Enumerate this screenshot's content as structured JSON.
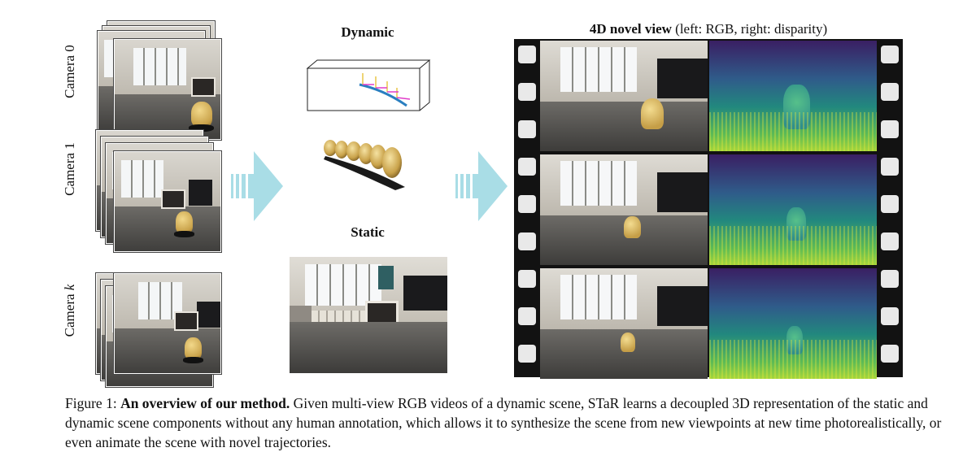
{
  "figure": {
    "cameras": [
      {
        "label": "Camera 0"
      },
      {
        "label": "Camera 1"
      },
      {
        "label_main": "Camera ",
        "label_italic": "k"
      }
    ],
    "ellipsis": "⋮",
    "dynamic_title": "Dynamic",
    "static_title": "Static",
    "novel_view": {
      "title_bold": "4D novel view",
      "title_rest": " (left: RGB, right: disparity)"
    }
  },
  "caption": {
    "label": "Figure 1: ",
    "bold": "An overview of our method.",
    "text": " Given multi-view RGB videos of a dynamic scene, STaR learns a decoupled 3D representation of the static and dynamic scene components without any human annotation, which allows it to synthesize the scene from new viewpoints at new time photorealistically, or even animate the scene with novel trajectories."
  },
  "colors": {
    "arrow": "#a9dde6",
    "film": "#121212",
    "trajectory": "#2a7fc0",
    "magenta": "#e03cc8",
    "yellow": "#e8c547"
  }
}
